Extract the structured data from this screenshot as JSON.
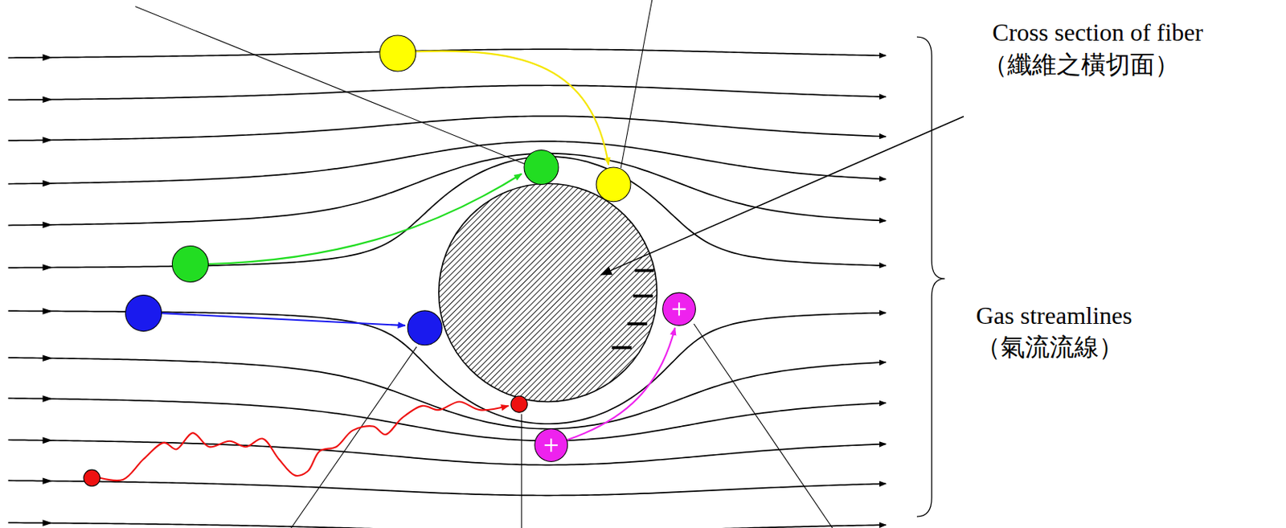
{
  "diagram": {
    "labels": [
      "Cross section of fiber",
      "（纖維之橫切面）",
      "Gas streamlines",
      "（氣流流線）"
    ]
  }
}
